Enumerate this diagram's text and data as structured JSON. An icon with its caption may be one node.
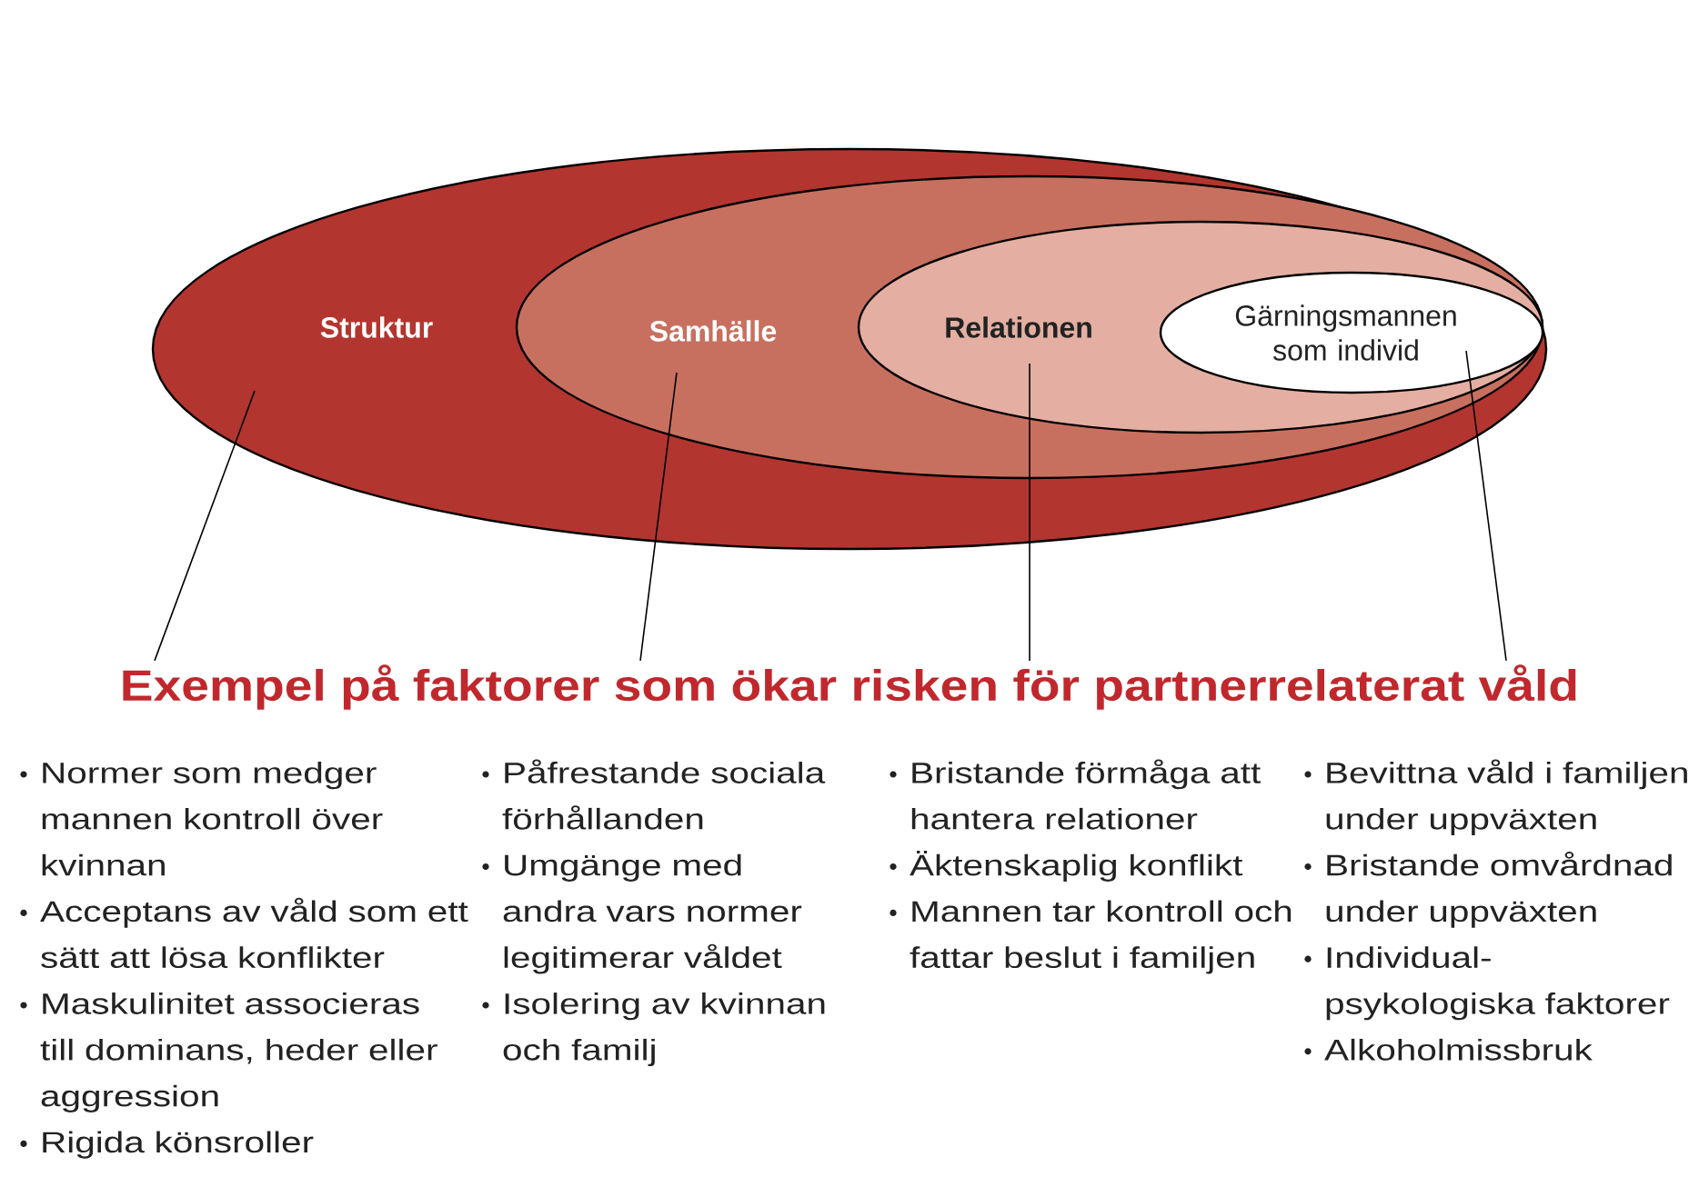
{
  "diagram": {
    "nodes": [
      {
        "text": [
          "Struktur"
        ]
      },
      {
        "text": [
          "Samhälle"
        ],
        "in": 0
      },
      {
        "text": [
          "Relationen"
        ],
        "in": 1
      },
      {
        "text": [
          "Gärningsmannen som individ"
        ],
        "in": 2
      },
      {
        "text": [
          "Exempel på faktorer som ökar risken för partnerrelaterat våld"
        ]
      }
    ],
    "edges": [
      {
        "from": 0,
        "to": 4,
        "arrow": "none"
      },
      {
        "from": 1,
        "to": 4,
        "arrow": "none"
      },
      {
        "from": 2,
        "to": 4,
        "arrow": "none"
      },
      {
        "from": 3,
        "to": 4,
        "arrow": "none"
      }
    ],
    "labels": [
      "Normer som medger mannen kontroll över kvinnan",
      "Acceptans av våld som ett sätt att lösa konflikter",
      "Maskulinitet associeras till dominans, heder eller aggression",
      "Rigida könsroller",
      "Påfrestande sociala förhållanden",
      "Umgänge med andra vars normer legitimerar våldet",
      "Isolering av kvinnan och familj",
      "Bristande förmåga att hantera relationer",
      "Äktenskaplig konflikt",
      "Mannen tar kontroll och fattar beslut i familjen",
      "Bevittna våld i familjen under uppväxten",
      "Bristande omvårdnad under uppväxten",
      "Individual- psykologiska faktorer",
      "Alkoholmissbruk"
    ]
  }
}
